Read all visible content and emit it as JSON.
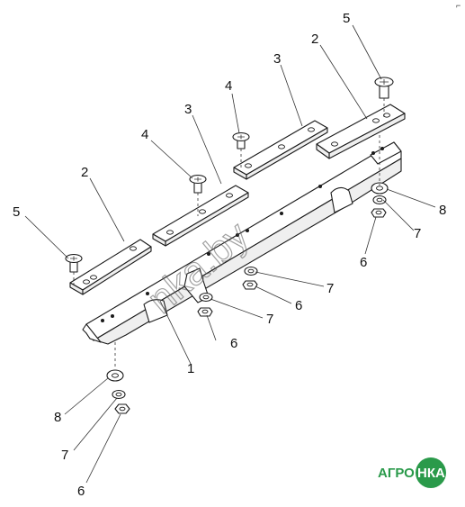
{
  "diagram": {
    "corner_mark": "⌐",
    "callouts": [
      "1",
      "2",
      "2",
      "3",
      "3",
      "4",
      "4",
      "5",
      "5",
      "6",
      "6",
      "6",
      "6",
      "7",
      "7",
      "7",
      "7",
      "8",
      "8"
    ],
    "watermark": "nkа.by",
    "logo": {
      "left": "АГРО",
      "right": "НКА",
      "accent": "#2a9a4a"
    }
  }
}
